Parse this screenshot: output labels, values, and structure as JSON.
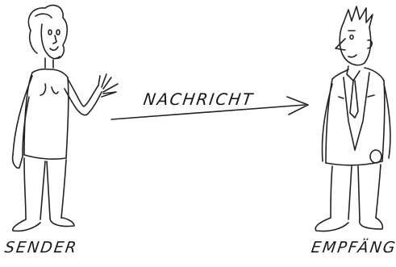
{
  "diagram": {
    "sender_label": "SENDER",
    "message_label": "NACHRICHT",
    "receiver_label": "EMPFÄNGER",
    "line_color": "#222222",
    "background": "#ffffff"
  }
}
